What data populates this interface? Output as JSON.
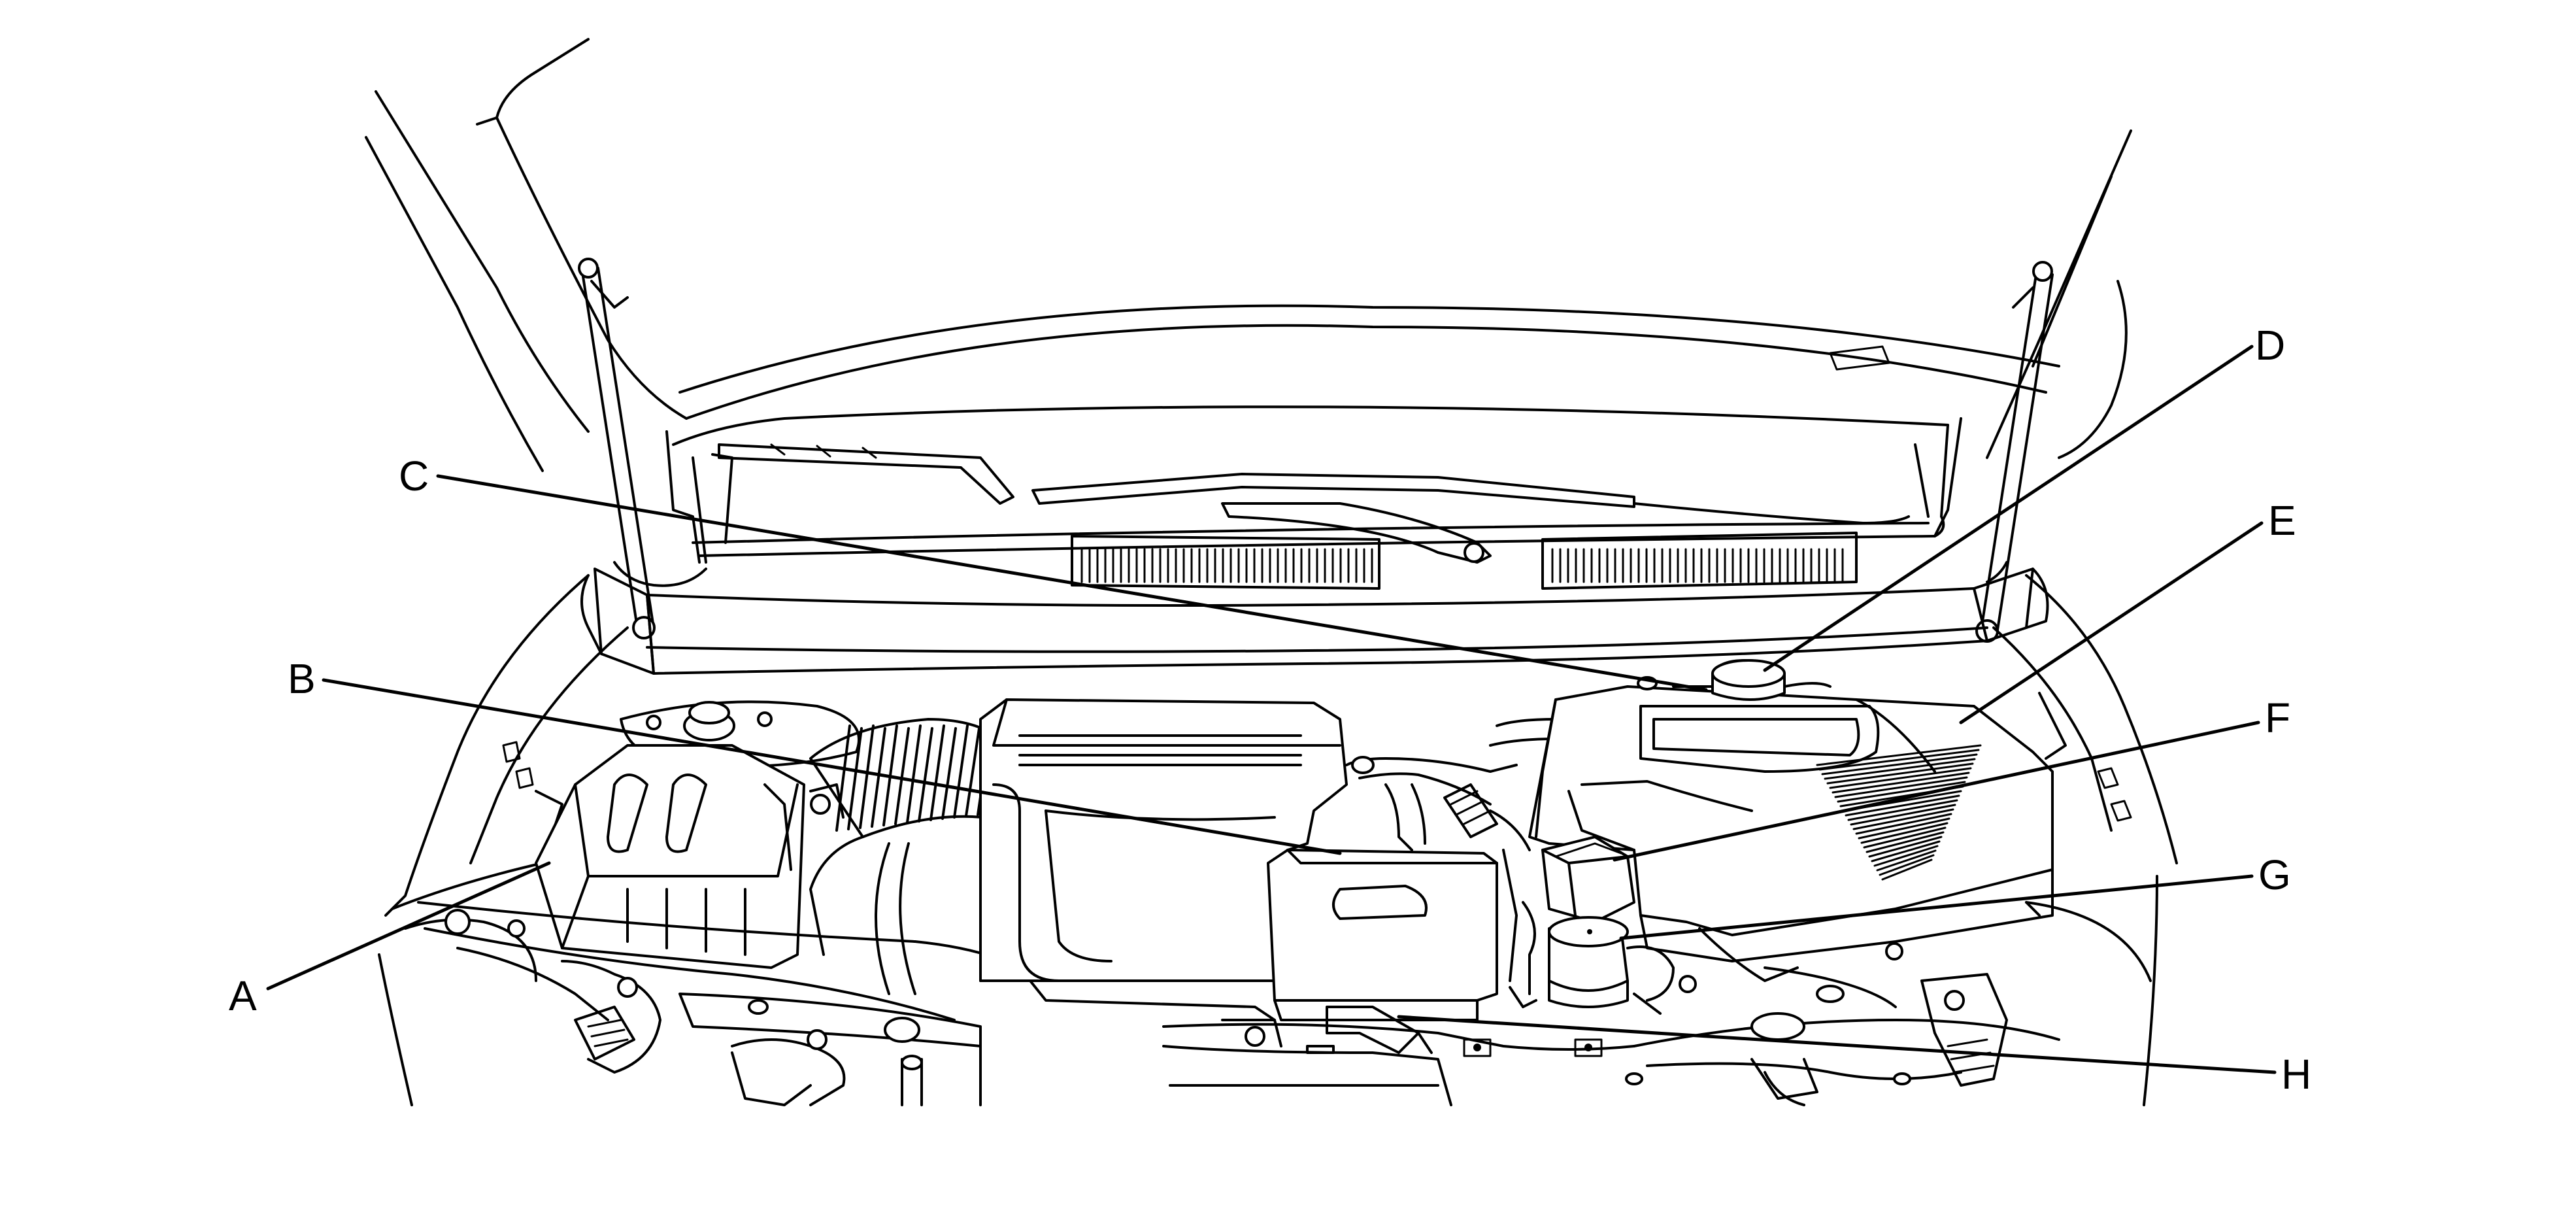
{
  "callouts": [
    {
      "id": "A",
      "label": "A"
    },
    {
      "id": "B",
      "label": "B"
    },
    {
      "id": "C",
      "label": "C"
    },
    {
      "id": "D",
      "label": "D"
    },
    {
      "id": "E",
      "label": "E"
    },
    {
      "id": "F",
      "label": "F"
    },
    {
      "id": "G",
      "label": "G"
    },
    {
      "id": "H",
      "label": "H"
    }
  ]
}
